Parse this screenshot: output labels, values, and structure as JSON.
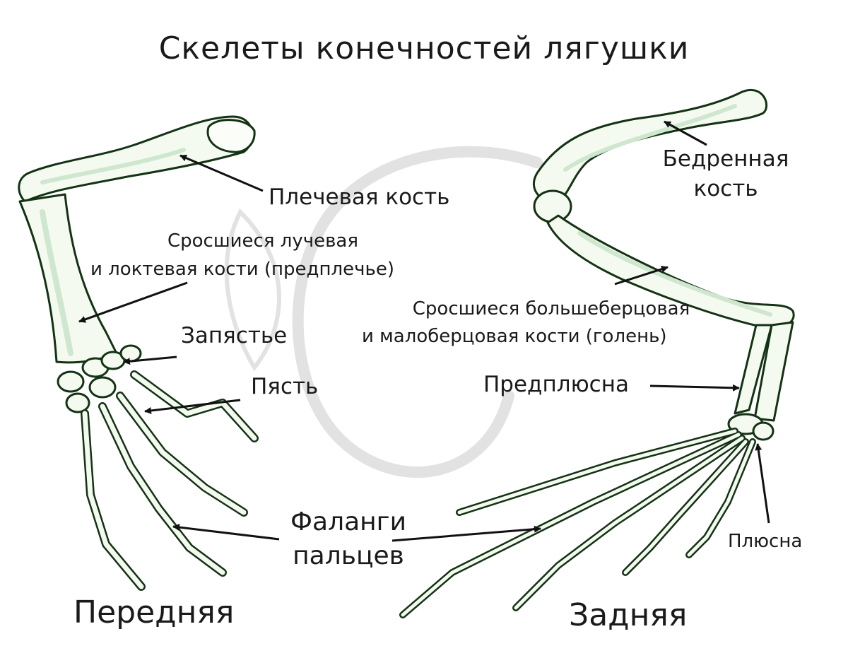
{
  "title": "Скелеты конечностей лягушки",
  "colors": {
    "bone_outline": "#143214",
    "bone_fill": "#f4faf0",
    "bone_shade": "#cfe6cf",
    "arrow": "#111111",
    "watermark": "#e2e2e2"
  },
  "limbs": {
    "front": {
      "caption": "Передняя"
    },
    "hind": {
      "caption": "Задняя"
    }
  },
  "labels": {
    "humerus": "Плечевая кость",
    "forearm_line1": "Сросшиеся лучевая",
    "forearm_line2": "и локтевая кости (предплечье)",
    "wrist": "Запястье",
    "metacarpus": "Пясть",
    "phalanges_line1": "Фаланги",
    "phalanges_line2": "пальцев",
    "femur_line1": "Бедренная",
    "femur_line2": "кость",
    "shin_line1": "Сросшиеся большеберцовая",
    "shin_line2": "и малоберцовая кости (голень)",
    "tarsus": "Предплюсна",
    "metatarsus": "Плюсна"
  }
}
